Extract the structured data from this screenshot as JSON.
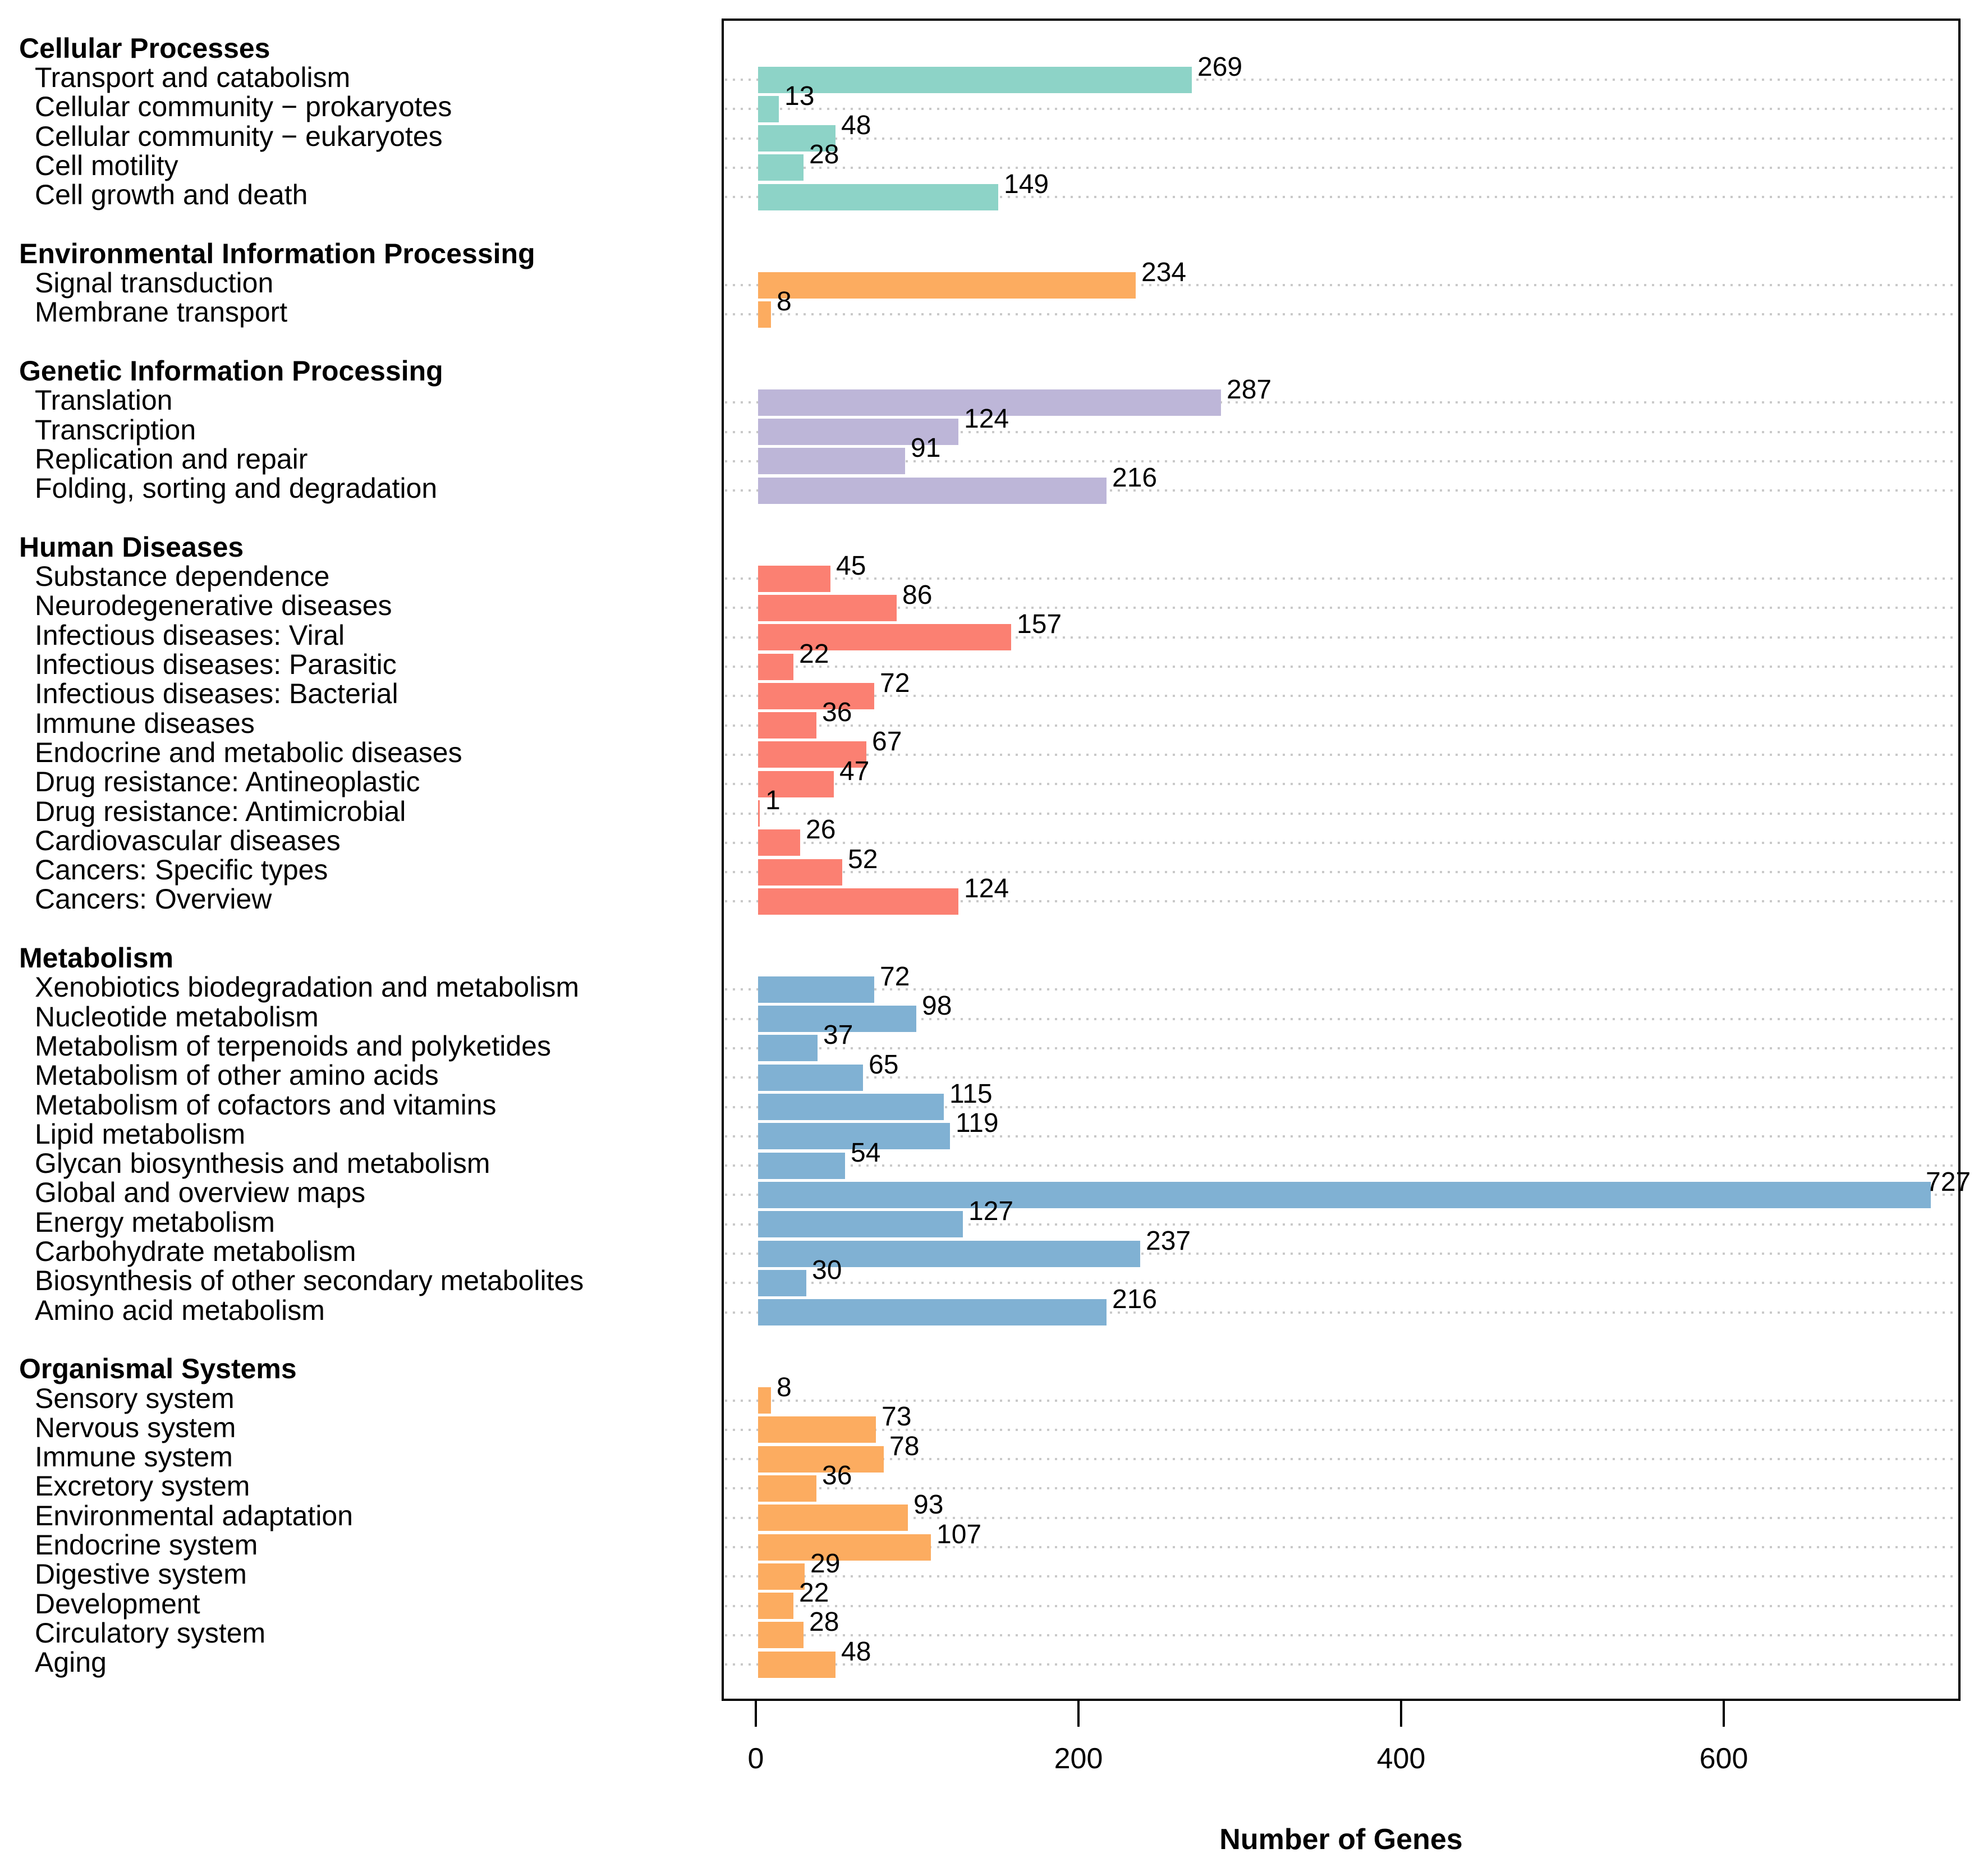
{
  "chart_data": {
    "type": "bar",
    "orientation": "horizontal",
    "title": "",
    "xlabel": "Number of Genes",
    "x_ticks": [
      "0",
      "200",
      "400",
      "600"
    ],
    "x_tick_values": [
      0,
      200,
      400,
      600
    ],
    "xlim": [
      0,
      747
    ],
    "grid": "dotted horizontal line per bar row",
    "legend": "none",
    "bar_label_position": "end of bar",
    "groups": [
      {
        "name": "Cellular Processes",
        "color": "#8DD3C7",
        "items": [
          {
            "label": "Transport and catabolism",
            "value": 269
          },
          {
            "label": "Cellular community − prokaryotes",
            "value": 13
          },
          {
            "label": "Cellular community − eukaryotes",
            "value": 48
          },
          {
            "label": "Cell motility",
            "value": 28
          },
          {
            "label": "Cell growth and death",
            "value": 149
          }
        ]
      },
      {
        "name": "Environmental Information Processing",
        "color": "#FCAC60",
        "items": [
          {
            "label": "Signal transduction",
            "value": 234
          },
          {
            "label": "Membrane transport",
            "value": 8
          }
        ]
      },
      {
        "name": "Genetic Information Processing",
        "color": "#BDB6D8",
        "items": [
          {
            "label": "Translation",
            "value": 287
          },
          {
            "label": "Transcription",
            "value": 124
          },
          {
            "label": "Replication and repair",
            "value": 91
          },
          {
            "label": "Folding, sorting and degradation",
            "value": 216
          }
        ]
      },
      {
        "name": "Human Diseases",
        "color": "#FB8072",
        "items": [
          {
            "label": "Substance dependence",
            "value": 45
          },
          {
            "label": "Neurodegenerative diseases",
            "value": 86
          },
          {
            "label": "Infectious diseases: Viral",
            "value": 157
          },
          {
            "label": "Infectious diseases: Parasitic",
            "value": 22
          },
          {
            "label": "Infectious diseases: Bacterial",
            "value": 72
          },
          {
            "label": "Immune diseases",
            "value": 36
          },
          {
            "label": "Endocrine and metabolic diseases",
            "value": 67
          },
          {
            "label": "Drug resistance: Antineoplastic",
            "value": 47
          },
          {
            "label": "Drug resistance: Antimicrobial",
            "value": 1
          },
          {
            "label": "Cardiovascular diseases",
            "value": 26
          },
          {
            "label": "Cancers: Specific types",
            "value": 52
          },
          {
            "label": "Cancers: Overview",
            "value": 124
          }
        ]
      },
      {
        "name": "Metabolism",
        "color": "#80B1D3",
        "items": [
          {
            "label": "Xenobiotics biodegradation and metabolism",
            "value": 72
          },
          {
            "label": "Nucleotide metabolism",
            "value": 98
          },
          {
            "label": "Metabolism of terpenoids and polyketides",
            "value": 37
          },
          {
            "label": "Metabolism of other amino acids",
            "value": 65
          },
          {
            "label": "Metabolism of cofactors and vitamins",
            "value": 115
          },
          {
            "label": "Lipid metabolism",
            "value": 119
          },
          {
            "label": "Glycan biosynthesis and metabolism",
            "value": 54
          },
          {
            "label": "Global and overview maps",
            "value": 727
          },
          {
            "label": "Energy metabolism",
            "value": 127
          },
          {
            "label": "Carbohydrate metabolism",
            "value": 237
          },
          {
            "label": "Biosynthesis of other secondary metabolites",
            "value": 30
          },
          {
            "label": "Amino acid metabolism",
            "value": 216
          }
        ]
      },
      {
        "name": "Organismal Systems",
        "color": "#FCAC60",
        "items": [
          {
            "label": "Sensory system",
            "value": 8
          },
          {
            "label": "Nervous system",
            "value": 73
          },
          {
            "label": "Immune system",
            "value": 78
          },
          {
            "label": "Excretory system",
            "value": 36
          },
          {
            "label": "Environmental adaptation",
            "value": 93
          },
          {
            "label": "Endocrine system",
            "value": 107
          },
          {
            "label": "Digestive system",
            "value": 29
          },
          {
            "label": "Development",
            "value": 22
          },
          {
            "label": "Circulatory system",
            "value": 28
          },
          {
            "label": "Aging",
            "value": 48
          }
        ]
      }
    ]
  }
}
